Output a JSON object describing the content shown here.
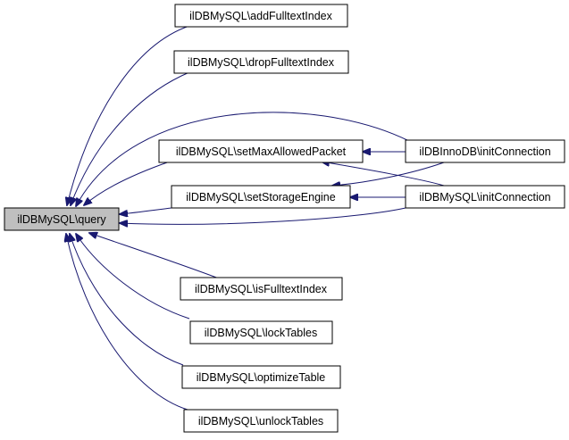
{
  "graph": {
    "edge_color": "#191970",
    "focus_fill": "#bfbfbf",
    "nodes": {
      "query": "ilDBMySQL\\query",
      "addFulltextIndex": "ilDBMySQL\\addFulltextIndex",
      "dropFulltextIndex": "ilDBMySQL\\dropFulltextIndex",
      "setMaxAllowedPacket": "ilDBMySQL\\setMaxAllowedPacket",
      "setStorageEngine": "ilDBMySQL\\setStorageEngine",
      "isFulltextIndex": "ilDBMySQL\\isFulltextIndex",
      "lockTables": "ilDBMySQL\\lockTables",
      "optimizeTable": "ilDBMySQL\\optimizeTable",
      "unlockTables": "ilDBMySQL\\unlockTables",
      "innoInit": "ilDBInnoDB\\initConnection",
      "mysqlInit": "ilDBMySQL\\initConnection"
    }
  }
}
